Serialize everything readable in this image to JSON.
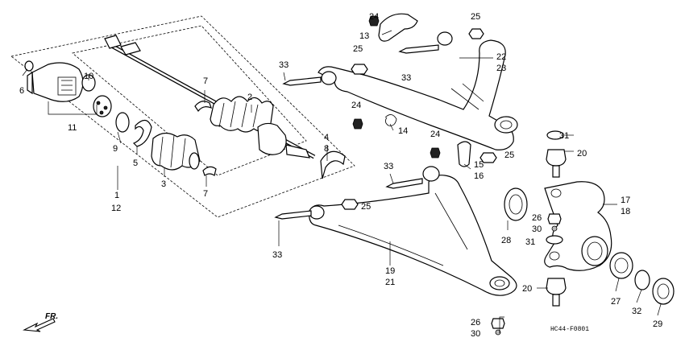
{
  "diagram_code": "HC44-F0801",
  "direction_label": "FR.",
  "callouts": {
    "c1": "1",
    "c2": "2",
    "c3": "3",
    "c4": "4",
    "c5": "5",
    "c6": "6",
    "c7a": "7",
    "c7b": "7",
    "c8": "8",
    "c9": "9",
    "c10": "10",
    "c11": "11",
    "c12": "12",
    "c13": "13",
    "c14": "14",
    "c15": "15",
    "c16": "16",
    "c17": "17",
    "c18": "18",
    "c19": "19",
    "c20a": "20",
    "c20b": "20",
    "c21": "21",
    "c22": "22",
    "c23": "23",
    "c24a": "24",
    "c24b": "24",
    "c24c": "24",
    "c25a": "25",
    "c25b": "25",
    "c25c": "25",
    "c25d": "25",
    "c26a": "26",
    "c26b": "26",
    "c27": "27",
    "c28": "28",
    "c29": "29",
    "c30a": "30",
    "c30b": "30",
    "c31a": "31",
    "c31b": "31",
    "c32": "32",
    "c33a": "33",
    "c33b": "33",
    "c33c": "33"
  }
}
